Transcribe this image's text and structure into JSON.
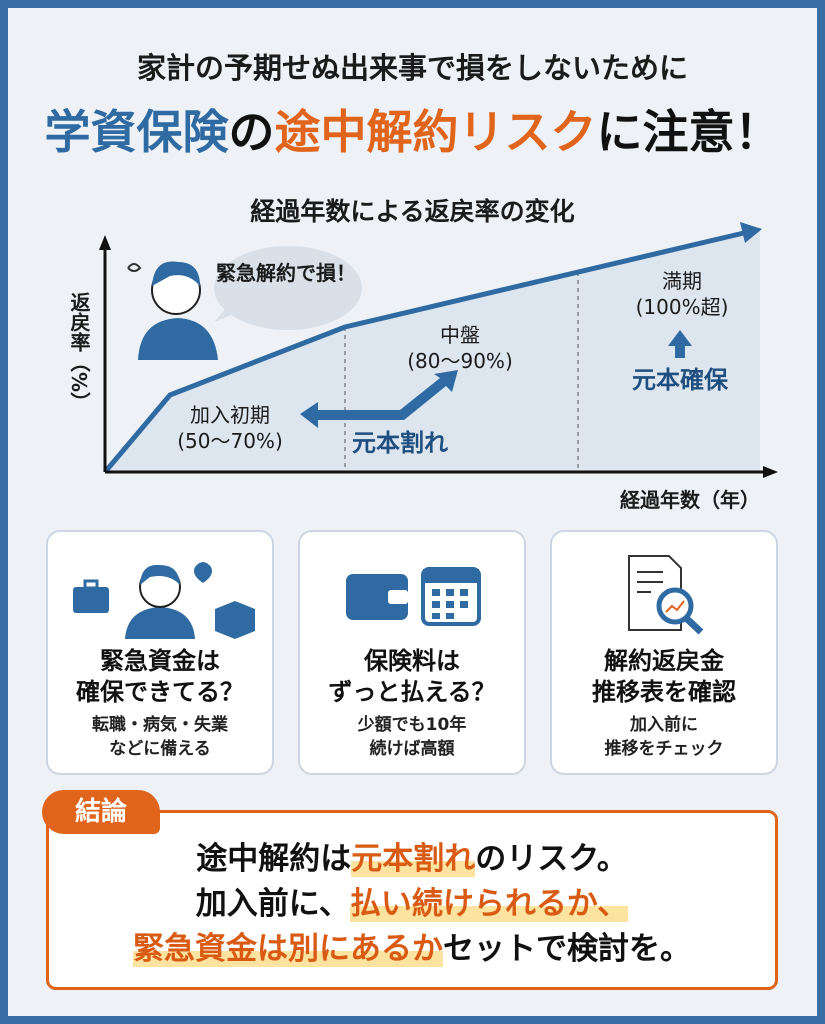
{
  "header": {
    "subtitle": "家計の予期せぬ出来事で損をしないために",
    "title_blue": "学資保険",
    "title_no": "の",
    "title_orange": "途中解約リスク",
    "title_end": "に注意！"
  },
  "chart": {
    "title": "経過年数による返戻率の変化",
    "ylabel": "返戻率（%）",
    "xlabel": "経過年数（年）",
    "bubble": "緊急解約で損！",
    "early": "加入初期",
    "early_range": "(50〜70%)",
    "mid": "中盤",
    "mid_range": "(80〜90%)",
    "mature": "満期",
    "mature_range": "(100%超)",
    "loss_label": "元本割れ",
    "secure_label": "元本確保",
    "colors": {
      "line": "#2f6aa3",
      "accent": "#e0641c"
    }
  },
  "chart_data": {
    "type": "line",
    "title": "経過年数による返戻率の変化",
    "xlabel": "経過年数（年）",
    "ylabel": "返戻率（%）",
    "phases": [
      "加入初期",
      "中盤",
      "満期"
    ],
    "ranges": [
      "50〜70%",
      "80〜90%",
      "100%超"
    ]
  },
  "cards": [
    {
      "title1": "緊急資金は",
      "title2": "確保できてる？",
      "sub1": "転職・病気・失業",
      "sub2": "などに備える"
    },
    {
      "title1": "保険料は",
      "title2": "ずっと払える？",
      "sub1": "少額でも10年",
      "sub2": "続けば高額"
    },
    {
      "title1": "解約返戻金",
      "title2": "推移表を確認",
      "sub1": "加入前に",
      "sub2": "推移をチェック"
    }
  ],
  "conclusion": {
    "tag": "結論",
    "l1a": "途中解約は",
    "l1b": "元本割れ",
    "l1c": "のリスク。",
    "l2a": "加入前に、",
    "l2b": "払い続けられるか、",
    "l3a": "緊急資金は別にあるか",
    "l3b": "セットで検討を。"
  }
}
